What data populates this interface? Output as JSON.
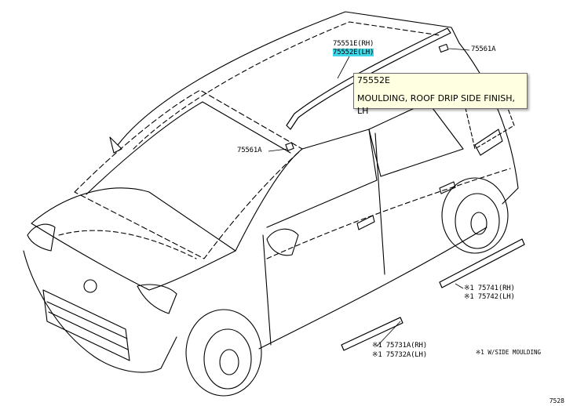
{
  "callouts": {
    "rh_top": "75551E(RH)",
    "lh_top": "75552E(LH)",
    "clip_right": "75561A",
    "clip_left": "75561A",
    "rear_rh": "※1 75741(RH)",
    "rear_lh": "※1 75742(LH)",
    "front_rh": "※1 75731A(RH)",
    "front_lh": "※1 75732A(LH)"
  },
  "legend": {
    "note": "※1 W/SIDE MOULDING"
  },
  "tooltip": {
    "part_code": "75552E",
    "description": "MOULDING, ROOF DRIP SIDE FINISH, LH"
  },
  "figure_number": "7528",
  "colors": {
    "highlight": "#40d8e8",
    "tooltip_bg": "#ffffe1",
    "line": "#000000"
  }
}
